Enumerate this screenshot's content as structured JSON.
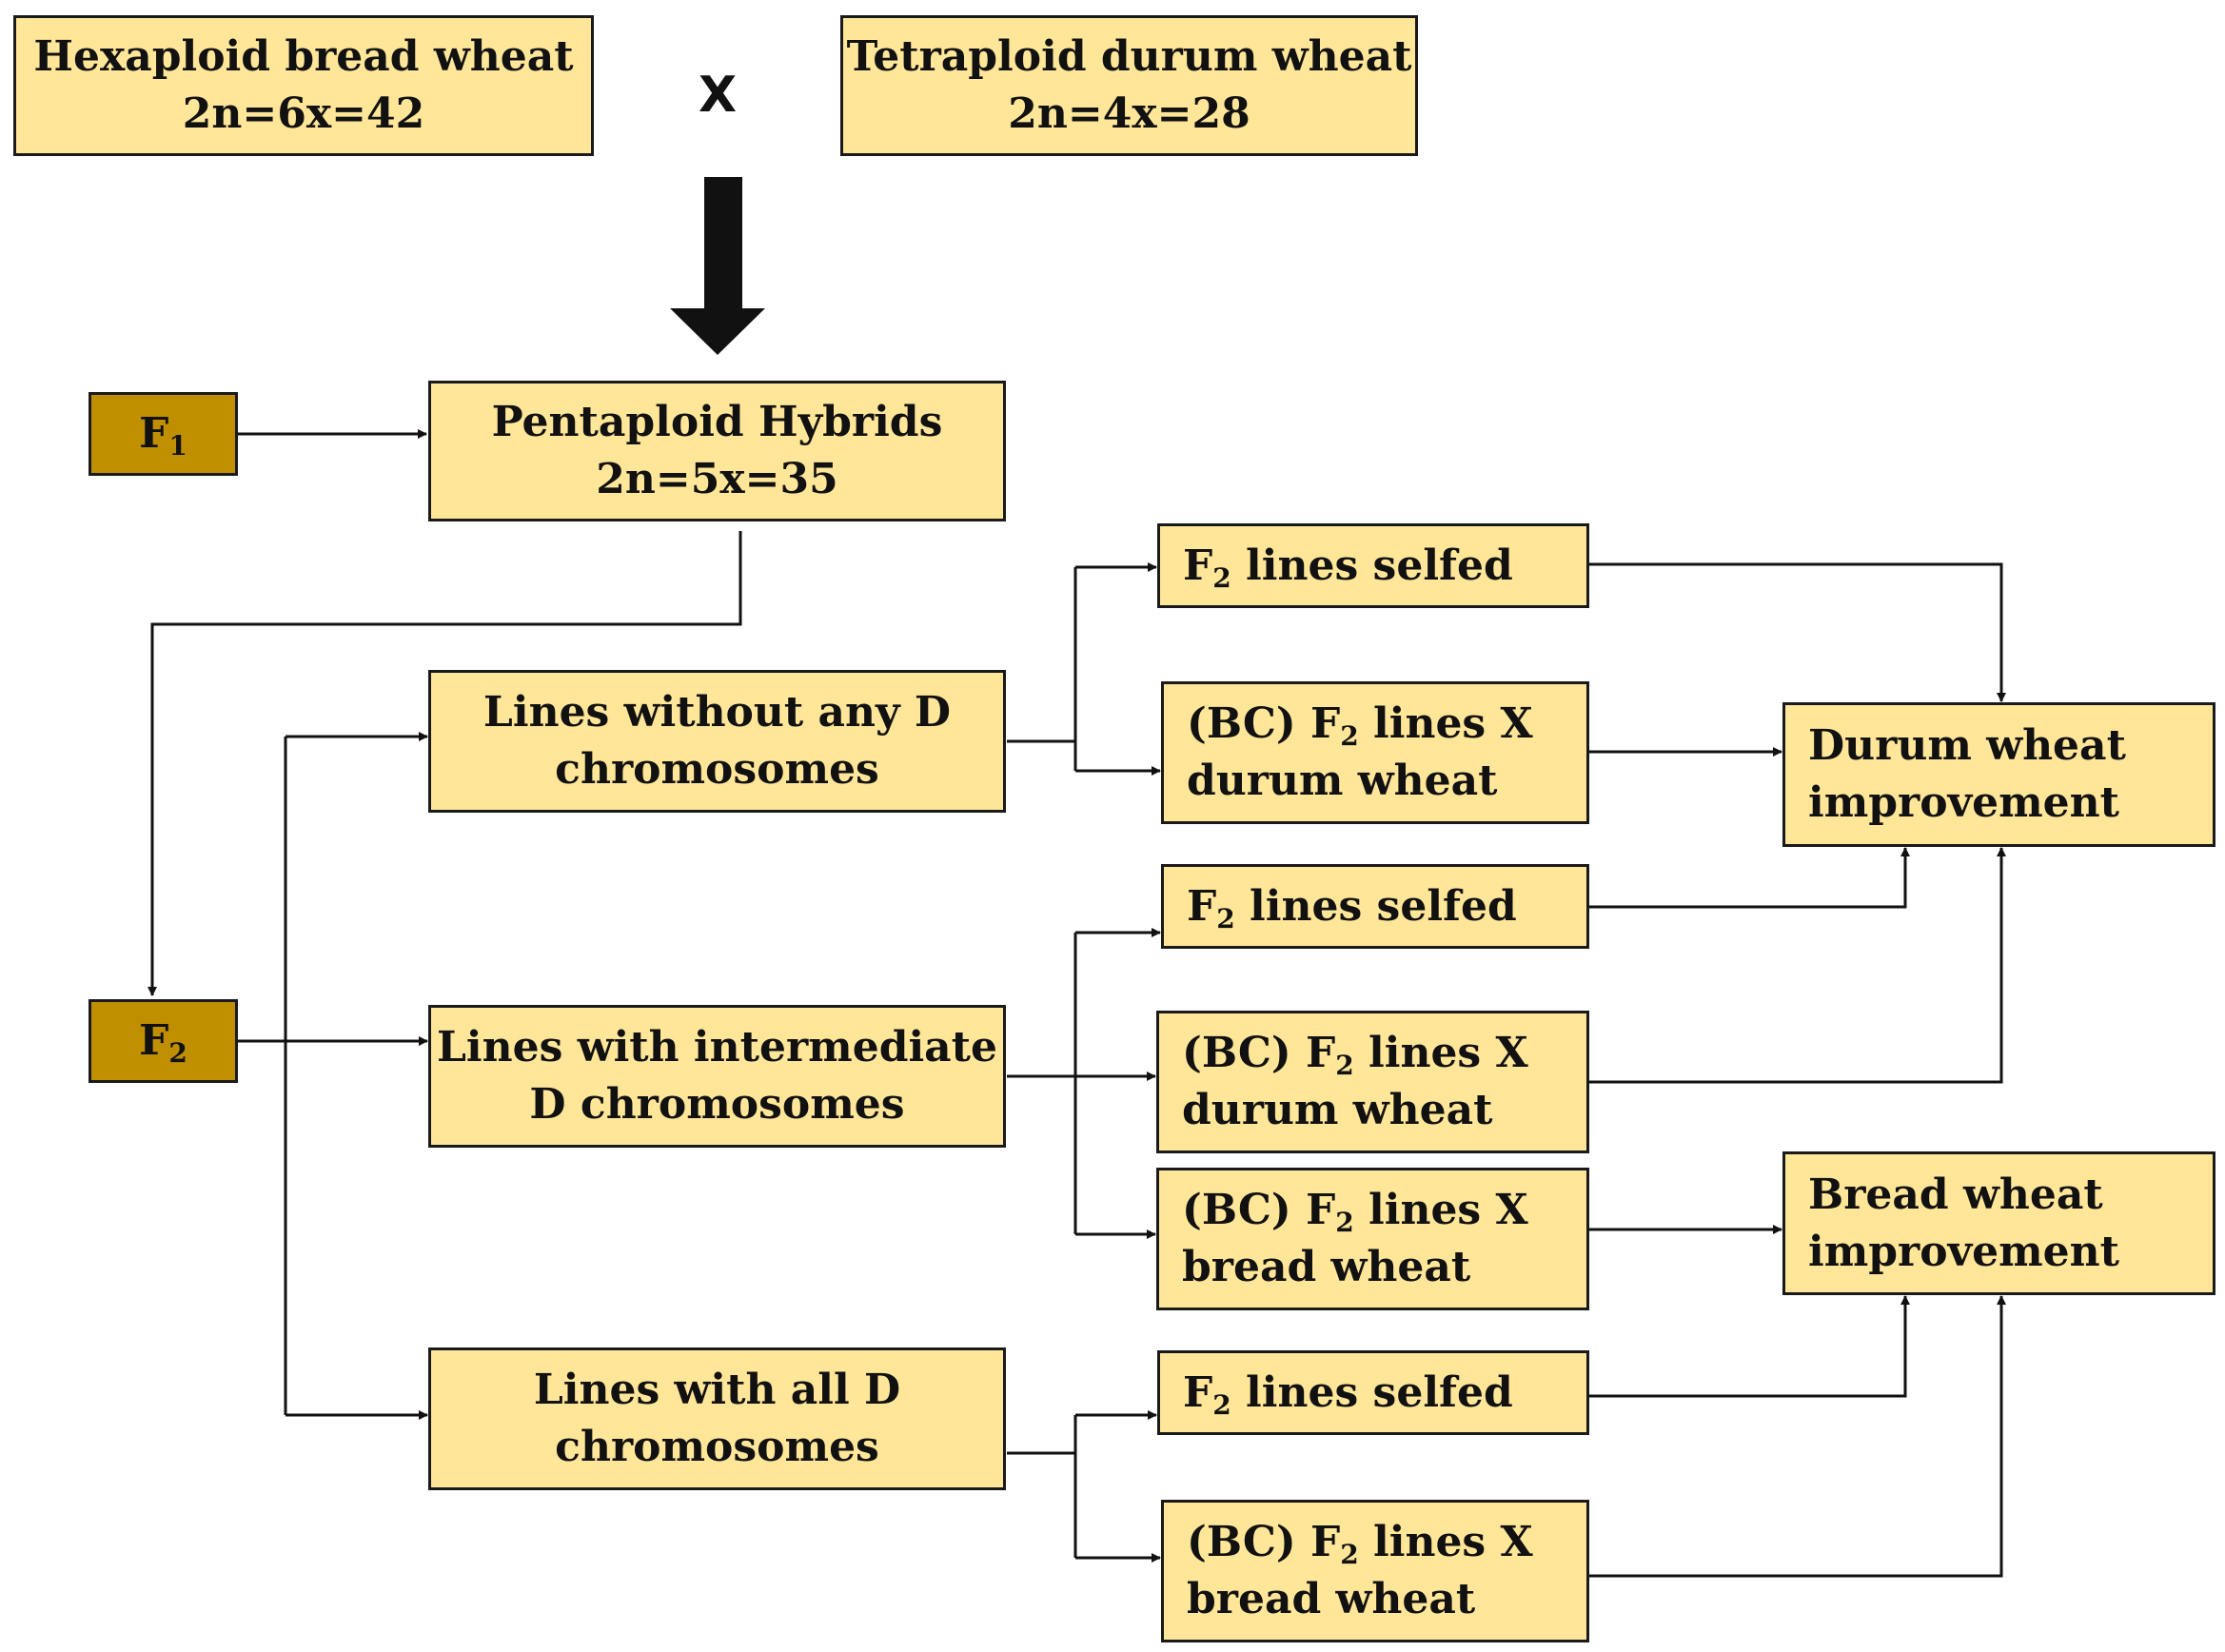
{
  "parents": {
    "hexaploid": {
      "line1": "Hexaploid bread wheat",
      "line2": "2n=6x=42"
    },
    "cross_symbol": "X",
    "tetraploid": {
      "line1": "Tetraploid durum wheat",
      "line2": "2n=4x=28"
    }
  },
  "f1": {
    "label": "F",
    "sub": "1"
  },
  "hybrid": {
    "line1": "Pentaploid Hybrids",
    "line2": "2n=5x=35"
  },
  "f2": {
    "label": "F",
    "sub": "2"
  },
  "groups": {
    "no_d": {
      "line1": "Lines without any D",
      "line2": "chromosomes"
    },
    "intermediate_d": {
      "line1": "Lines with intermediate",
      "line2": "D chromosomes"
    },
    "all_d": {
      "line1": "Lines with all D",
      "line2": "chromosomes"
    }
  },
  "treatments": {
    "selfed": {
      "prefix": "F",
      "sub": "2",
      "suffix": " lines selfed"
    },
    "bc_prefix": "(BC) F",
    "bc_sub": "2",
    "bc_suffix": " lines X",
    "durum": "durum wheat",
    "bread": "bread wheat"
  },
  "outcomes": {
    "durum": {
      "line1": "Durum wheat",
      "line2": "improvement"
    },
    "bread": {
      "line1": "Bread wheat",
      "line2": "improvement"
    }
  },
  "colors": {
    "box_fill": "#FFE699",
    "generation_fill": "#BF8F00",
    "stroke": "#1a1a1a"
  }
}
